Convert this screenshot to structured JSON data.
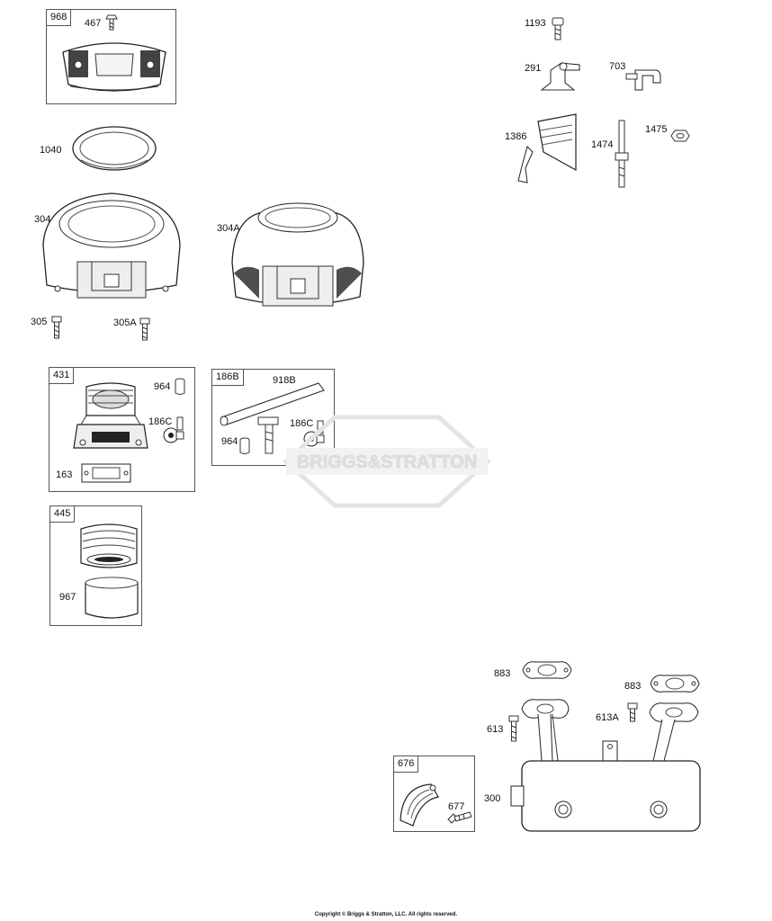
{
  "boxes": {
    "b968": "968",
    "b431": "431",
    "b186b": "186B",
    "b445": "445",
    "b676": "676"
  },
  "labels": {
    "l467": "467",
    "l1040": "1040",
    "l304": "304",
    "l304a": "304A",
    "l305": "305",
    "l305a": "305A",
    "l964a": "964",
    "l186c_a": "186C",
    "l163": "163",
    "l918b": "918B",
    "l964b": "964",
    "l186c_b": "186C",
    "l967": "967",
    "l1193": "1193",
    "l291": "291",
    "l703": "703",
    "l1386": "1386",
    "l1474": "1474",
    "l1475": "1475",
    "l883a": "883",
    "l883b": "883",
    "l613": "613",
    "l613a": "613A",
    "l300": "300",
    "l677": "677"
  },
  "watermark": "BRIGGS&STRATTON",
  "copyright": "Copyright © Briggs & Stratton, LLC. All rights reserved."
}
